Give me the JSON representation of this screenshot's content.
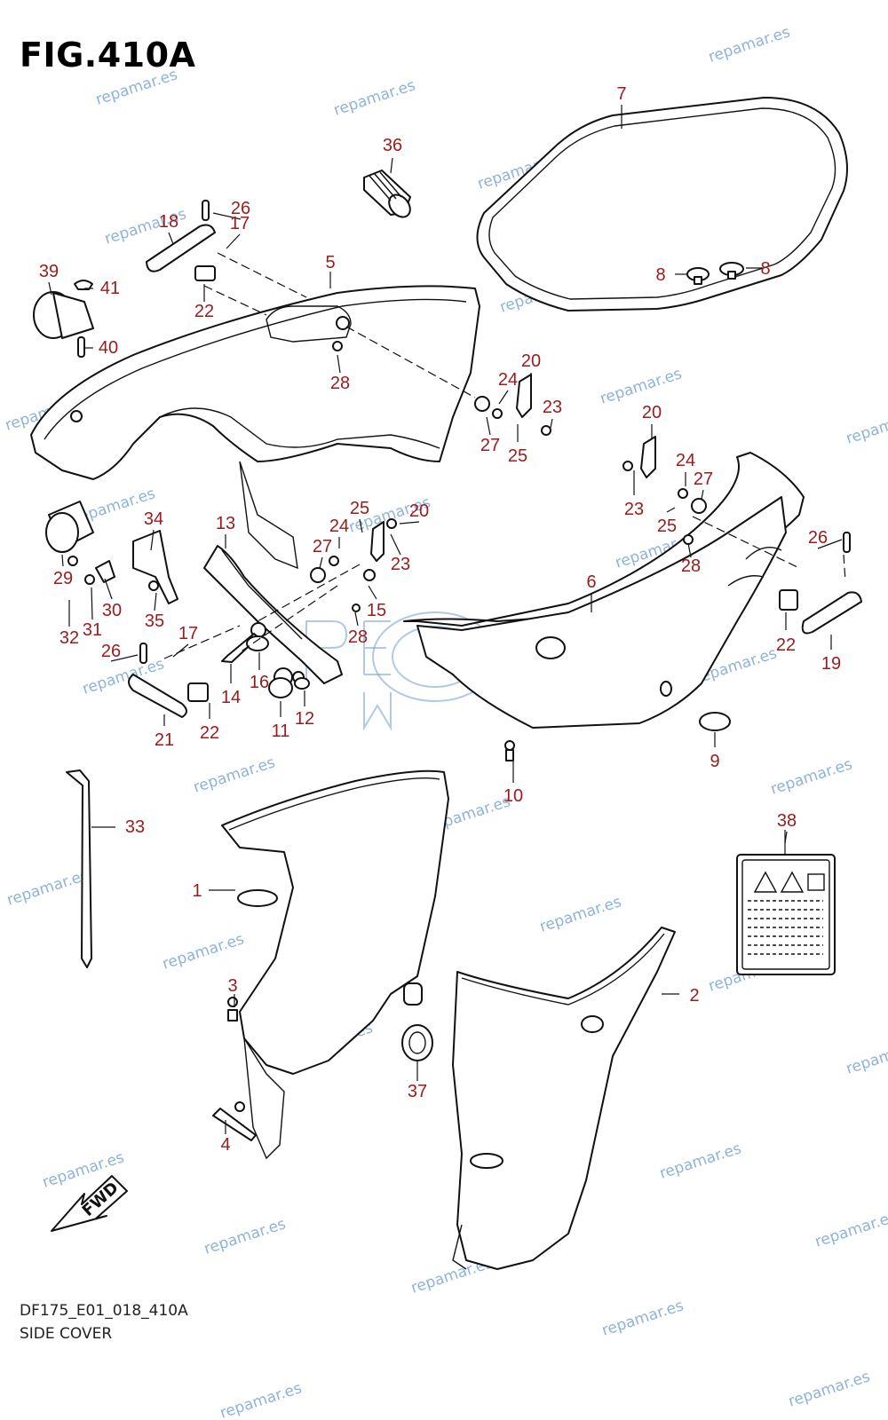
{
  "figure": {
    "title": "FIG.410A",
    "code": "DF175_E01_018_410A",
    "name": "SIDE COVER",
    "fwd_label": "FWD"
  },
  "watermark": {
    "text": "repamar.es",
    "color": "#7aa6d6"
  },
  "label_sheet": {
    "part_no": "38"
  },
  "callouts": [
    {
      "label": "1"
    },
    {
      "label": "2"
    },
    {
      "label": "3"
    },
    {
      "label": "4"
    },
    {
      "label": "5"
    },
    {
      "label": "6"
    },
    {
      "label": "7"
    },
    {
      "label": "8"
    },
    {
      "label": "8"
    },
    {
      "label": "9"
    },
    {
      "label": "10"
    },
    {
      "label": "11"
    },
    {
      "label": "12"
    },
    {
      "label": "13"
    },
    {
      "label": "14"
    },
    {
      "label": "15"
    },
    {
      "label": "16"
    },
    {
      "label": "17"
    },
    {
      "label": "17"
    },
    {
      "label": "18"
    },
    {
      "label": "19"
    },
    {
      "label": "20"
    },
    {
      "label": "20"
    },
    {
      "label": "20"
    },
    {
      "label": "21"
    },
    {
      "label": "22"
    },
    {
      "label": "22"
    },
    {
      "label": "22"
    },
    {
      "label": "23"
    },
    {
      "label": "23"
    },
    {
      "label": "23"
    },
    {
      "label": "24"
    },
    {
      "label": "24"
    },
    {
      "label": "24"
    },
    {
      "label": "25"
    },
    {
      "label": "25"
    },
    {
      "label": "25"
    },
    {
      "label": "26"
    },
    {
      "label": "26"
    },
    {
      "label": "26"
    },
    {
      "label": "27"
    },
    {
      "label": "27"
    },
    {
      "label": "27"
    },
    {
      "label": "28"
    },
    {
      "label": "28"
    },
    {
      "label": "28"
    },
    {
      "label": "29"
    },
    {
      "label": "30"
    },
    {
      "label": "31"
    },
    {
      "label": "32"
    },
    {
      "label": "33"
    },
    {
      "label": "34"
    },
    {
      "label": "35"
    },
    {
      "label": "36"
    },
    {
      "label": "37"
    },
    {
      "label": "38"
    },
    {
      "label": "39"
    },
    {
      "label": "40"
    },
    {
      "label": "41"
    }
  ],
  "colors": {
    "callout": "#9b1b1b",
    "line": "#111111"
  }
}
